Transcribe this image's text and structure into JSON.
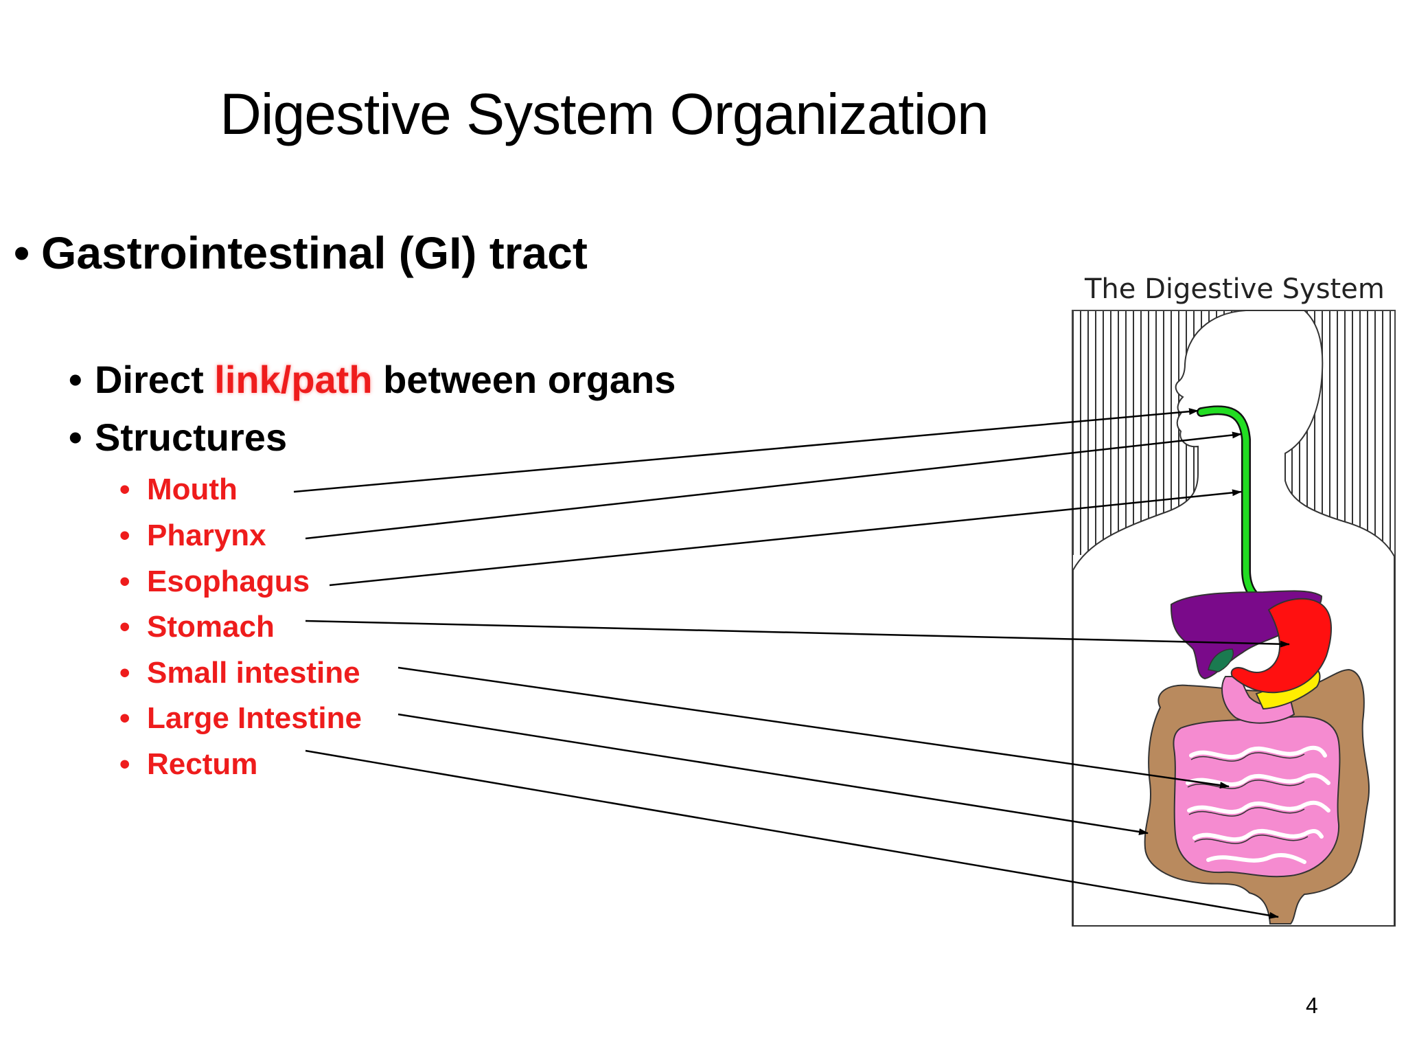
{
  "slide": {
    "title": "Digestive System Organization",
    "bullet1": "Gastrointestinal (GI) tract",
    "bullet2_pre": "Direct ",
    "bullet2_highlight": "link/path",
    "bullet2_post": " between organs",
    "bullet3": "Structures",
    "structures": [
      "Mouth",
      "Pharynx",
      "Esophagus",
      "Stomach",
      "Small intestine",
      "Large Intestine",
      "Rectum"
    ],
    "page_number": "4"
  },
  "figure": {
    "title": "The Digestive System",
    "colors": {
      "esophagus": "#22dd22",
      "liver": "#7a0a8a",
      "stomach": "#ff1010",
      "pancreas": "#ffee00",
      "gallbladder": "#1a7a50",
      "small_intestine": "#f58bd0",
      "large_intestine": "#b98a5e"
    }
  },
  "colors": {
    "accent_red": "#ee1c1c",
    "text": "#000000"
  }
}
